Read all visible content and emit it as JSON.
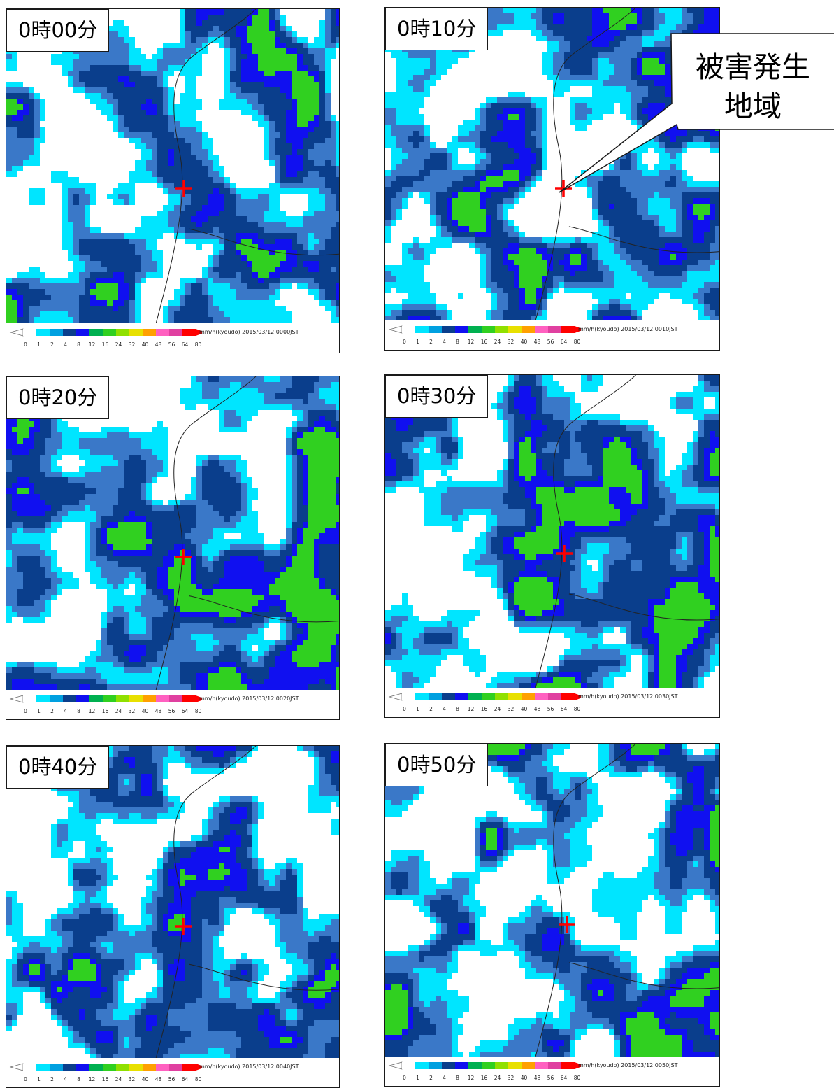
{
  "panels": [
    {
      "label": "0時00分",
      "timestamp": "mm/h(kyoudo)  2015/03/12 0000JST"
    },
    {
      "label": "0時10分",
      "timestamp": "mm/h(kyoudo)  2015/03/12 0010JST"
    },
    {
      "label": "0時20分",
      "timestamp": "mm/h(kyoudo)  2015/03/12 0020JST"
    },
    {
      "label": "0時30分",
      "timestamp": "mm/h(kyoudo)  2015/03/12 0030JST"
    },
    {
      "label": "0時40分",
      "timestamp": "mm/h(kyoudo)  2015/03/12 0040JST"
    },
    {
      "label": "0時50分",
      "timestamp": "mm/h(kyoudo)  2015/03/12 0050JST"
    }
  ],
  "legend": {
    "ticks": [
      "0",
      "1",
      "2",
      "4",
      "8",
      "12",
      "16",
      "24",
      "32",
      "40",
      "48",
      "56",
      "64",
      "80"
    ],
    "colors": [
      "#ffffff",
      "#00e5ff",
      "#00a0e0",
      "#0a3e8c",
      "#1010f0",
      "#00b050",
      "#30d020",
      "#90e000",
      "#e8e000",
      "#ffa000",
      "#ff60c0",
      "#e040a0",
      "#ff0000"
    ]
  },
  "callout": {
    "line1": "被害発生",
    "line2": "地域"
  },
  "colors": {
    "marker": "#ff0000",
    "dark_blue": "#0a3e8c",
    "mid_blue": "#3a78c8",
    "cyan": "#00e5ff",
    "blue": "#1010f0",
    "green": "#30d020"
  }
}
